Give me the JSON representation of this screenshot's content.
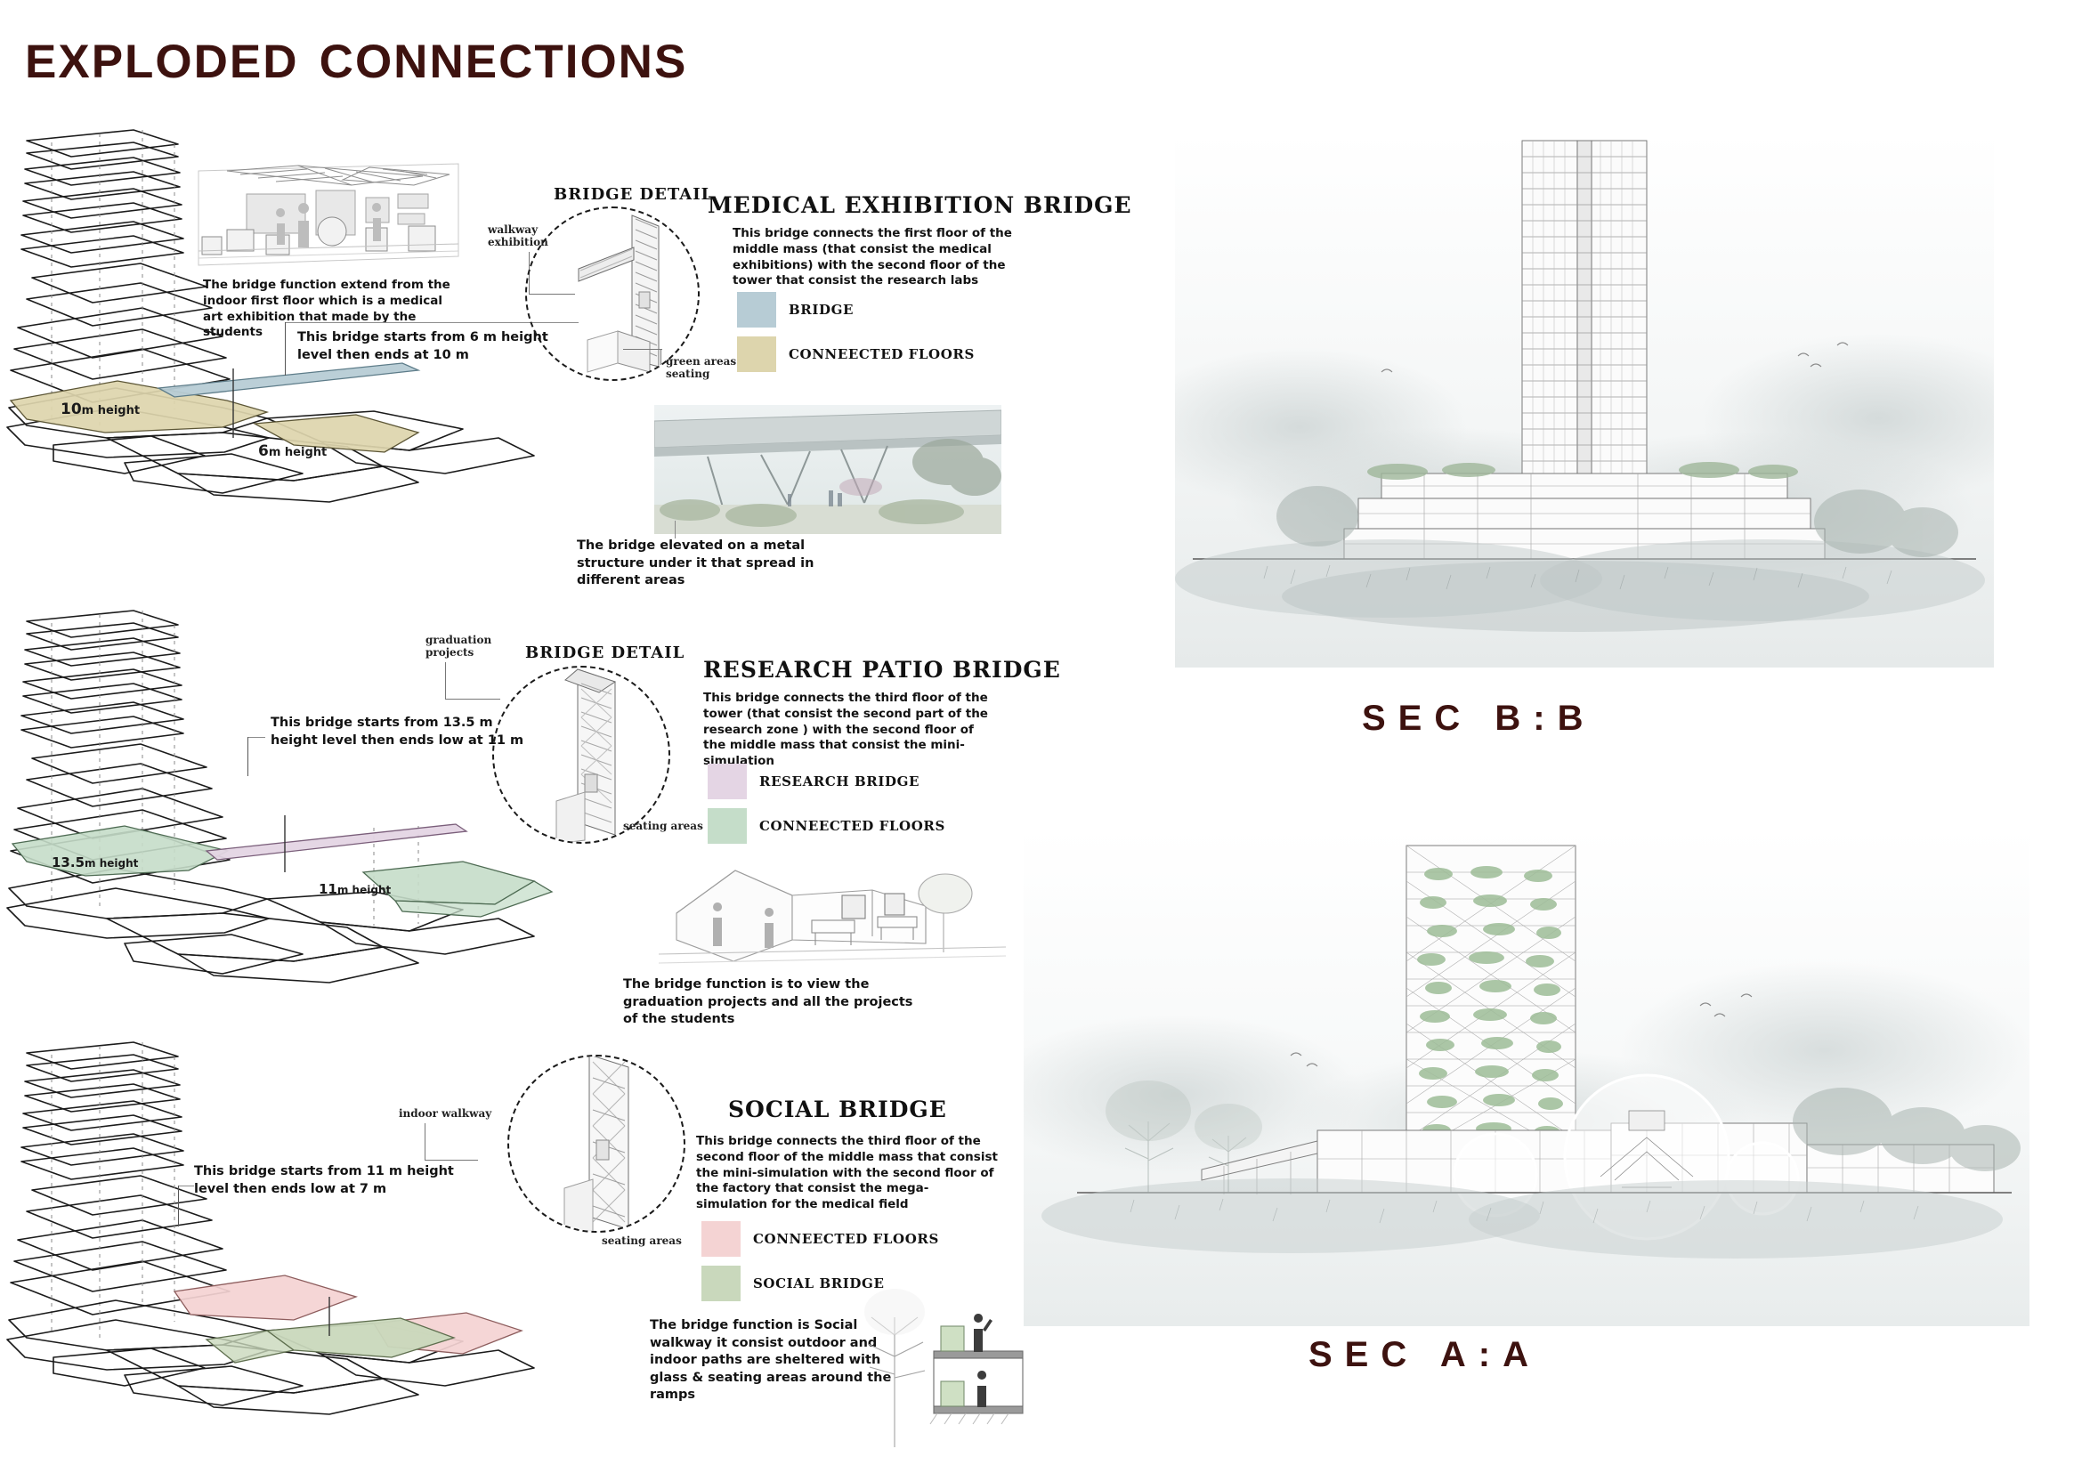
{
  "board": {
    "title": "Exploded Connections"
  },
  "sections": [
    {
      "id": "medical",
      "detail_heading": "BRIDGE DETAIL",
      "heading": "MEDICAL EXHIBITION BRIDGE",
      "description": "This bridge connects the first floor of the middle mass (that consist the medical exhibitions) with the second floor of the tower that consist the research labs",
      "sketch_caption": "The bridge function extend from the indoor first floor which is a medical art exhibition that made by the students",
      "axo_note": "This bridge starts from 6 m height level then ends at 10 m",
      "photo_caption": "The bridge elevated on a metal structure under it that spread in different areas",
      "callouts": [
        {
          "name": "walkway-exhibition",
          "text": "walkway\nexhibition"
        },
        {
          "name": "green-areas-seating",
          "text": "green areas &\nseating"
        }
      ],
      "height_labels": [
        {
          "value": "10",
          "unit": "m height"
        },
        {
          "value": "6",
          "unit": "m height"
        }
      ],
      "legend": [
        {
          "label": "BRIDGE",
          "color": "#b7ccd5"
        },
        {
          "label": "CONNEECTED FLOORS",
          "color": "#ddd5ad"
        }
      ]
    },
    {
      "id": "research",
      "detail_heading": "BRIDGE DETAIL",
      "heading": "RESEARCH PATIO BRIDGE",
      "description": "This bridge connects the third floor of the tower (that consist the second part of the research zone ) with the second floor of the middle mass that consist the mini-simulation",
      "sketch_caption": "",
      "axo_note": "This bridge starts from 13.5 m height level then ends low at 11 m",
      "photo_caption": "The bridge function is to view the graduation projects and all the projects of the students",
      "callouts": [
        {
          "name": "graduation-projects",
          "text": "graduation\nprojects"
        },
        {
          "name": "seating-areas",
          "text": "seating areas"
        }
      ],
      "height_labels": [
        {
          "value": "13.5",
          "unit": "m height"
        },
        {
          "value": "11",
          "unit": "m height"
        }
      ],
      "legend": [
        {
          "label": "RESEARCH BRIDGE",
          "color": "#e4d5e4"
        },
        {
          "label": "CONNEECTED FLOORS",
          "color": "#c5ddc9"
        }
      ]
    },
    {
      "id": "social",
      "detail_heading": "",
      "heading": "SOCIAL BRIDGE",
      "description": "This bridge connects the third floor of the second floor of the middle mass that consist the mini-simulation with the second floor of the factory that consist the mega-simulation for the medical field",
      "sketch_caption": "",
      "axo_note": "This bridge starts from 11 m height level then ends low at 7 m",
      "photo_caption": "The bridge function is Social walkway it consist outdoor and indoor paths are sheltered with glass & seating areas around the ramps",
      "callouts": [
        {
          "name": "indoor-walkway",
          "text": "indoor walkway"
        },
        {
          "name": "seating-areas",
          "text": "seating areas"
        }
      ],
      "height_labels": [],
      "legend": [
        {
          "label": "CONNEECTED FLOORS",
          "color": "#f4d3d3"
        },
        {
          "label": "SOCIAL BRIDGE",
          "color": "#c9d8bc"
        }
      ]
    }
  ],
  "renders": [
    {
      "id": "sec-bb",
      "title": "SEC B:B"
    },
    {
      "id": "sec-aa",
      "title": "SEC A:A"
    }
  ],
  "palette": {
    "title_color": "#3d120f",
    "ink": "#1a1a1a",
    "paper": "#ffffff"
  }
}
